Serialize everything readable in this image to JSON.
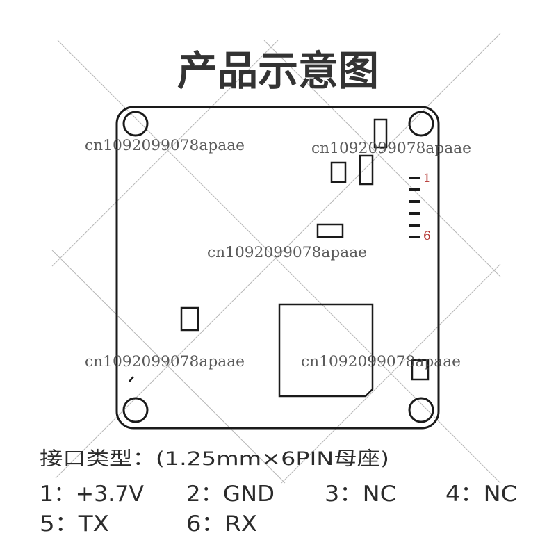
{
  "title": "产品示意图",
  "watermark": {
    "text": "cn1092099078apaae"
  },
  "pin_header": {
    "first_label": "1",
    "last_label": "6"
  },
  "interface": {
    "label": "接口类型：(1.25mm×6PIN母座)",
    "pins": [
      "1：+3.7V",
      "2：GND",
      "3：NC",
      "4：NC",
      "5：TX",
      "6：RX"
    ]
  },
  "colors": {
    "outline": "#1a1a1a",
    "title": "#333333",
    "text": "#2b2b2b",
    "pin_label": "#b3332f",
    "watermark": "#4a4a4a",
    "watermark_lines": "#b8b8b8"
  }
}
